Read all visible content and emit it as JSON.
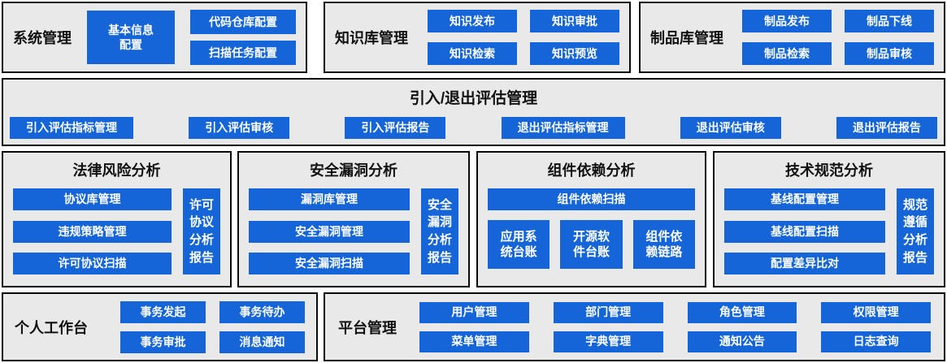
{
  "colors": {
    "accent": "#1565d8",
    "panel": "#e9e9e9",
    "border": "#0a0a0a"
  },
  "system": {
    "title": "系统管理",
    "main_button": "基本信息配置",
    "buttons": [
      "代码仓库配置",
      "扫描任务配置"
    ]
  },
  "knowledge": {
    "title": "知识库管理",
    "buttons": [
      "知识发布",
      "知识审批",
      "知识检索",
      "知识预览"
    ]
  },
  "artifact": {
    "title": "制品库管理",
    "buttons": [
      "制品发布",
      "制品下线",
      "制品检索",
      "制品审核"
    ]
  },
  "evaluation": {
    "title": "引入/退出评估管理",
    "buttons": [
      "引入评估指标管理",
      "引入评估审核",
      "引入评估报告",
      "退出评估指标管理",
      "退出评估审核",
      "退出评估报告"
    ]
  },
  "legal": {
    "title": "法律风险分析",
    "buttons": [
      "协议库管理",
      "违规策略管理",
      "许可协议扫描"
    ],
    "report": "许可协议分析报告"
  },
  "security": {
    "title": "安全漏洞分析",
    "buttons": [
      "漏洞库管理",
      "安全漏洞管理",
      "安全漏洞扫描"
    ],
    "report": "安全漏洞分析报告"
  },
  "dependency": {
    "title": "组件依赖分析",
    "scan_button": "组件依赖扫描",
    "buttons": [
      "应用系统台账",
      "开源软件台账",
      "组件依赖链路"
    ]
  },
  "standard": {
    "title": "技术规范分析",
    "buttons": [
      "基线配置管理",
      "基线配置扫描",
      "配置差异比对"
    ],
    "report": "规范遵循分析报告"
  },
  "workbench": {
    "title": "个人工作台",
    "buttons": [
      "事务发起",
      "事务待办",
      "事务审批",
      "消息通知"
    ]
  },
  "platform": {
    "title": "平台管理",
    "buttons": [
      "用户管理",
      "部门管理",
      "角色管理",
      "权限管理",
      "菜单管理",
      "字典管理",
      "通知公告",
      "日志查询"
    ]
  }
}
